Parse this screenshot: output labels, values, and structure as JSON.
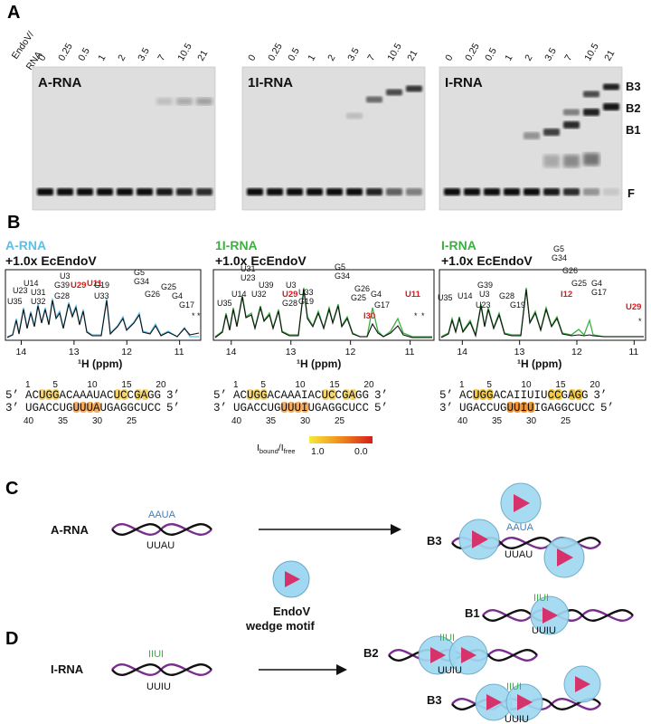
{
  "panels": {
    "A": "A",
    "B": "B",
    "C": "C",
    "D": "D"
  },
  "gel": {
    "axis_label_line1": "EndoV/",
    "axis_label_line2": "RNA",
    "lanes": [
      "0",
      "0.25",
      "0.5",
      "1",
      "2",
      "3.5",
      "7",
      "10.5",
      "21"
    ],
    "gels": [
      {
        "title": "A-RNA"
      },
      {
        "title": "1I-RNA"
      },
      {
        "title": "I-RNA"
      }
    ],
    "bands": [
      "B3",
      "B2",
      "B1",
      "F"
    ]
  },
  "nmr": {
    "spectra": [
      {
        "title": "A-RNA",
        "subtitle": "+1.0x EcEndoV",
        "color": "#5bc0e8",
        "peaks": [
          "U35",
          "U23",
          "U14",
          "U31",
          "U32",
          "G39",
          "U3",
          "G28",
          "U29",
          "U11",
          "G19",
          "U33",
          "G5",
          "G34",
          "G26",
          "G25",
          "G4",
          "G17",
          "*",
          "*"
        ]
      },
      {
        "title": "1I-RNA",
        "subtitle": "+1.0x EcEndoV",
        "color": "#3cb043",
        "peaks": [
          "U31",
          "U23",
          "U35",
          "U14",
          "U39",
          "U32",
          "U3",
          "U29",
          "G28",
          "U33",
          "G19",
          "G5",
          "G34",
          "G26",
          "G25",
          "G4",
          "G17",
          "I30",
          "U11",
          "*",
          "*"
        ]
      },
      {
        "title": "I-RNA",
        "subtitle": "+1.0x EcEndoV",
        "color": "#3cb043",
        "peaks": [
          "G39",
          "U3",
          "U35",
          "U14",
          "U23",
          "G28",
          "G19",
          "G5",
          "G34",
          "G26",
          "G25",
          "I12",
          "G4",
          "G17",
          "U29",
          "*"
        ]
      }
    ],
    "ticks": [
      "14",
      "13",
      "12",
      "11"
    ],
    "xlabel": "¹H (ppm)",
    "ratio_label": "I",
    "ratio_sub1": "bound",
    "ratio_mid": "/I",
    "ratio_sub2": "free",
    "colorbar_min": "1.0",
    "colorbar_max": "0.0"
  },
  "sequences": {
    "five_prime": "5’",
    "three_prime": "3’",
    "top_nums": [
      "1",
      "5",
      "10",
      "15",
      "20"
    ],
    "bottom_nums": [
      "40",
      "35",
      "30",
      "25"
    ],
    "rows": [
      {
        "top": "ACUGGACAAAUACUCCGAGG",
        "bottom": "UGACCUGUUUAUGAGGCUCC"
      },
      {
        "top": "ACUGGACAAAIACUCCGAGG",
        "bottom": "UGACCUGUUUIUGAGGCUCC"
      },
      {
        "top": "ACUGGACAIIUIUCCGAGG",
        "bottom": "UGACCUGUUIUIGAGGCUCC"
      }
    ]
  },
  "schematic": {
    "c_label": "A-RNA",
    "c_top_loop": "AAUA",
    "c_bottom_loop": "UUAU",
    "d_label": "I-RNA",
    "d_top_loop": "IIUI",
    "d_bottom_loop": "UUIU",
    "legend_line1": "EndoV",
    "legend_line2": "wedge motif",
    "b1": "B1",
    "b2": "B2",
    "b3": "B3",
    "c_b3": "B3"
  }
}
